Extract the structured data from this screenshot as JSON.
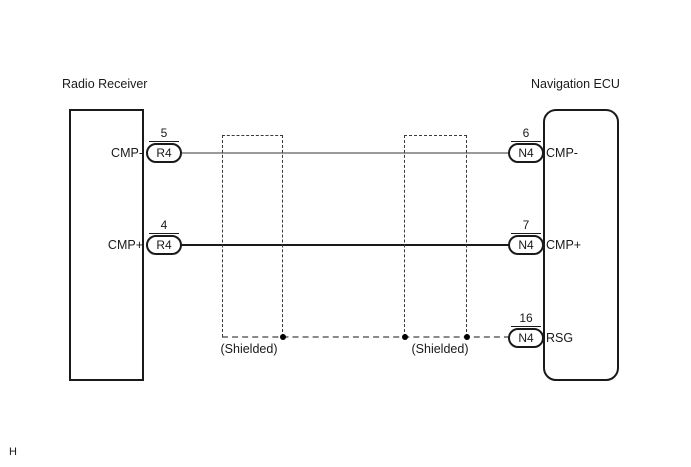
{
  "diagram": {
    "left_component": {
      "title": "Radio Receiver"
    },
    "right_component": {
      "title": "Navigation ECU"
    },
    "left_pins": [
      {
        "number": "5",
        "connector": "R4",
        "signal": "CMP-"
      },
      {
        "number": "4",
        "connector": "R4",
        "signal": "CMP+"
      }
    ],
    "right_pins": [
      {
        "number": "6",
        "connector": "N4",
        "signal": "CMP-"
      },
      {
        "number": "7",
        "connector": "N4",
        "signal": "CMP+"
      },
      {
        "number": "16",
        "connector": "N4",
        "signal": "RSG"
      }
    ],
    "shield_labels": [
      {
        "text": "(Shielded)"
      },
      {
        "text": "(Shielded)"
      }
    ],
    "page_marker": "H",
    "colors": {
      "line_black": "#1a1a1a",
      "wire_gray": "#9a9a9a",
      "shield_dash_gray": "#8a8a8a"
    }
  }
}
